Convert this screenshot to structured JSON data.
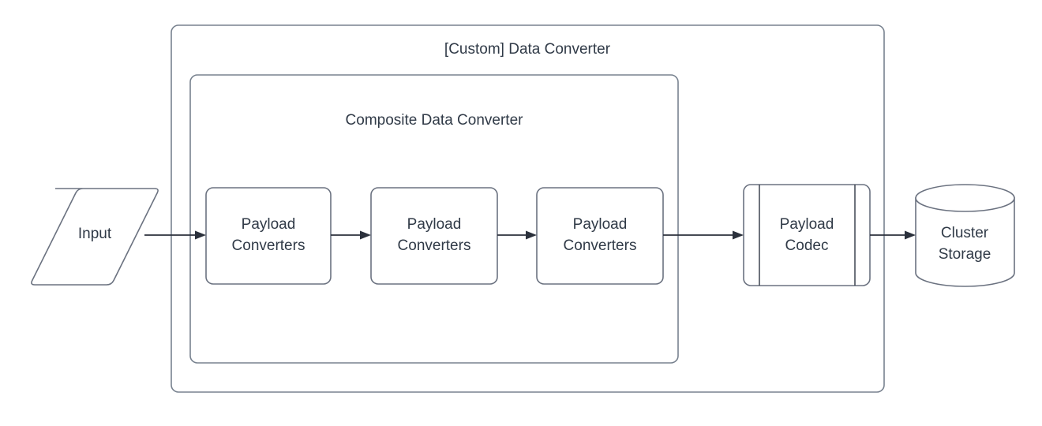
{
  "diagram": {
    "type": "flowchart",
    "background_color": "#ffffff",
    "stroke_color": "#6b7280",
    "text_color": "#303a47",
    "connector_color": "#2b313c",
    "containers": [
      {
        "id": "custom-data-converter",
        "label": "[Custom] Data Converter",
        "shape": "rounded-rectangle"
      },
      {
        "id": "composite-data-converter",
        "label": "Composite Data Converter",
        "shape": "rounded-rectangle"
      }
    ],
    "nodes": [
      {
        "id": "input",
        "label": "Input",
        "shape": "parallelogram"
      },
      {
        "id": "payload-converters-1",
        "label_line1": "Payload",
        "label_line2": "Converters",
        "shape": "rounded-rectangle"
      },
      {
        "id": "payload-converters-2",
        "label_line1": "Payload",
        "label_line2": "Converters",
        "shape": "rounded-rectangle"
      },
      {
        "id": "payload-converters-3",
        "label_line1": "Payload",
        "label_line2": "Converters",
        "shape": "rounded-rectangle"
      },
      {
        "id": "payload-codec",
        "label_line1": "Payload",
        "label_line2": "Codec",
        "shape": "subprocess"
      },
      {
        "id": "cluster-storage",
        "label_line1": "Cluster",
        "label_line2": "Storage",
        "shape": "cylinder"
      }
    ],
    "edges": [
      {
        "id": "edge-input-to-pc1",
        "from": "input",
        "to": "payload-converters-1",
        "arrow": "single"
      },
      {
        "id": "edge-pc1-to-pc2",
        "from": "payload-converters-1",
        "to": "payload-converters-2",
        "arrow": "single"
      },
      {
        "id": "edge-pc2-to-pc3",
        "from": "payload-converters-2",
        "to": "payload-converters-3",
        "arrow": "single"
      },
      {
        "id": "edge-pc3-to-codec",
        "from": "payload-converters-3",
        "to": "payload-codec",
        "arrow": "single"
      },
      {
        "id": "edge-codec-to-storage",
        "from": "payload-codec",
        "to": "cluster-storage",
        "arrow": "single"
      }
    ]
  }
}
